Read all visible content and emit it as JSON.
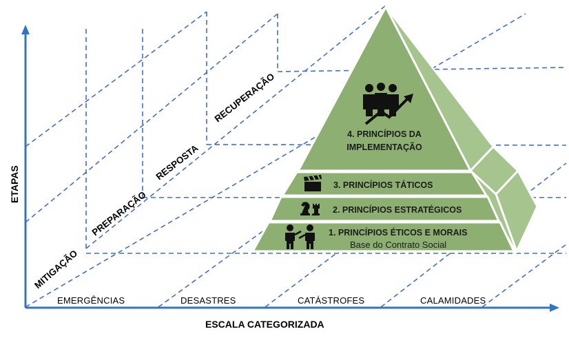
{
  "axes": {
    "y_title": "ETAPAS",
    "x_title": "ESCALA CATEGORIZADA"
  },
  "stages": [
    "MITIGAÇÃO",
    "PREPARAÇÃO",
    "RESPOSTA",
    "RECUPERAÇÃO"
  ],
  "categories": [
    "EMERGÊNCIAS",
    "DESASTRES",
    "CATÁSTROFES",
    "CALAMIDADES"
  ],
  "pyramid": {
    "apex_title_line1": "4. PRINCÍPIOS DA",
    "apex_title_line2": "IMPLEMENTAÇÃO",
    "tier3": "3. PRINCÍPIOS TÁTICOS",
    "tier2": "2. PRINCÍPIOS ESTRATÉGICOS",
    "tier1": "1. PRINCÍPIOS ÉTICOS E MORAIS",
    "tier1_sub": "Base do Contrato Social"
  },
  "colors": {
    "pyramid_front": "#8db072",
    "pyramid_side": "#a6c48d",
    "grid": "#3f6fc4",
    "axis": "#2e74c9"
  },
  "icons": [
    "team-growth-icon",
    "clapperboard-icon",
    "chess-pieces-icon",
    "people-talking-icon"
  ]
}
